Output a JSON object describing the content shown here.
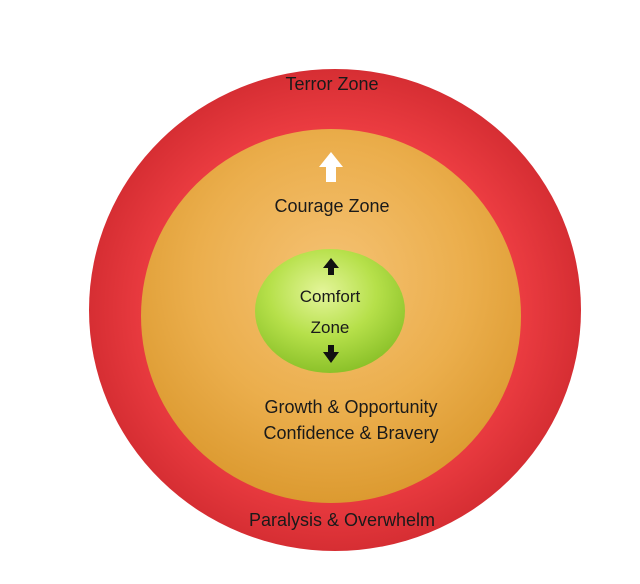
{
  "diagram": {
    "outer_zone": {
      "title": "Terror Zone",
      "description": "Paralysis & Overwhelm",
      "color": "#e8373a"
    },
    "middle_zone": {
      "title": "Courage Zone",
      "line1": "Growth & Opportunity",
      "line2": "Confidence & Bravery",
      "color": "#e8a93c"
    },
    "inner_zone": {
      "line1": "Comfort",
      "line2": "Zone",
      "color": "#a8d63a"
    },
    "icons": [
      "up-arrow-icon",
      "up-arrow-icon",
      "down-arrow-icon"
    ]
  }
}
